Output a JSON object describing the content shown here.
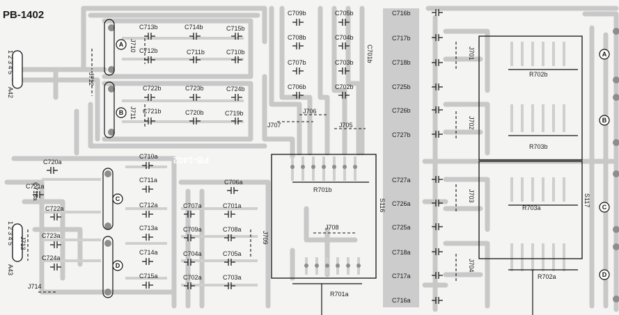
{
  "board_title": "PB-1402",
  "silkscreen_label": "PB-1402",
  "connectors": [
    {
      "id": "top",
      "pins": "1 2 3 4 5",
      "name": "A42"
    },
    {
      "id": "bottom",
      "pins": "1 2 3 4 5",
      "name": "A43"
    }
  ],
  "circle_markers": {
    "A": "A",
    "B": "B",
    "C": "C",
    "D": "D"
  },
  "capacitors_left_b": [
    {
      "name": "C713b"
    },
    {
      "name": "C714b"
    },
    {
      "name": "C715b"
    },
    {
      "name": "C712b"
    },
    {
      "name": "C711b"
    },
    {
      "name": "C710b"
    },
    {
      "name": "C722b"
    },
    {
      "name": "C723b"
    },
    {
      "name": "C724b"
    },
    {
      "name": "C721b"
    },
    {
      "name": "C720b"
    },
    {
      "name": "C719b"
    }
  ],
  "capacitors_left_a": [
    {
      "name": "C720a"
    },
    {
      "name": "C721a"
    },
    {
      "name": "C718a"
    },
    {
      "name": "C722a"
    },
    {
      "name": "C723a"
    },
    {
      "name": "C724a"
    },
    {
      "name": "C710a"
    },
    {
      "name": "C711a"
    },
    {
      "name": "C712a"
    },
    {
      "name": "C713a"
    },
    {
      "name": "C714a"
    },
    {
      "name": "C715a"
    }
  ],
  "capacitors_mid_b": [
    {
      "name": "C709b"
    },
    {
      "name": "C705b"
    },
    {
      "name": "C708b"
    },
    {
      "name": "C704b"
    },
    {
      "name": "C701b"
    },
    {
      "name": "C707b"
    },
    {
      "name": "C703b"
    },
    {
      "name": "C706b"
    },
    {
      "name": "C702b"
    }
  ],
  "capacitors_mid_a": [
    {
      "name": "C706a"
    },
    {
      "name": "C707a"
    },
    {
      "name": "C701a"
    },
    {
      "name": "C709a"
    },
    {
      "name": "C708a"
    },
    {
      "name": "C704a"
    },
    {
      "name": "C705a"
    },
    {
      "name": "C702a"
    },
    {
      "name": "C703a"
    }
  ],
  "capacitors_right": [
    {
      "name": "C716b"
    },
    {
      "name": "C717b"
    },
    {
      "name": "C718b"
    },
    {
      "name": "C725b"
    },
    {
      "name": "C726b"
    },
    {
      "name": "C727b"
    },
    {
      "name": "C727a"
    },
    {
      "name": "C726a"
    },
    {
      "name": "C725a"
    },
    {
      "name": "C718a"
    },
    {
      "name": "C717a"
    },
    {
      "name": "C716a"
    }
  ],
  "jumpers": {
    "J710": "J710",
    "J712": "J712",
    "J711": "J711",
    "J713": "J713",
    "J714": "J714",
    "J707": "J707",
    "J706": "J706",
    "J705": "J705",
    "J708": "J708",
    "J709": "J709",
    "J701": "J701",
    "J702": "J702",
    "J703": "J703",
    "J704": "J704"
  },
  "potentiometers": {
    "R701b": "R701b",
    "R701a": "R701a",
    "R702b": "R702b",
    "R703b": "R703b",
    "R703a": "R703a",
    "R702a": "R702a"
  },
  "switches": {
    "S116": "S116",
    "S117": "S117"
  }
}
